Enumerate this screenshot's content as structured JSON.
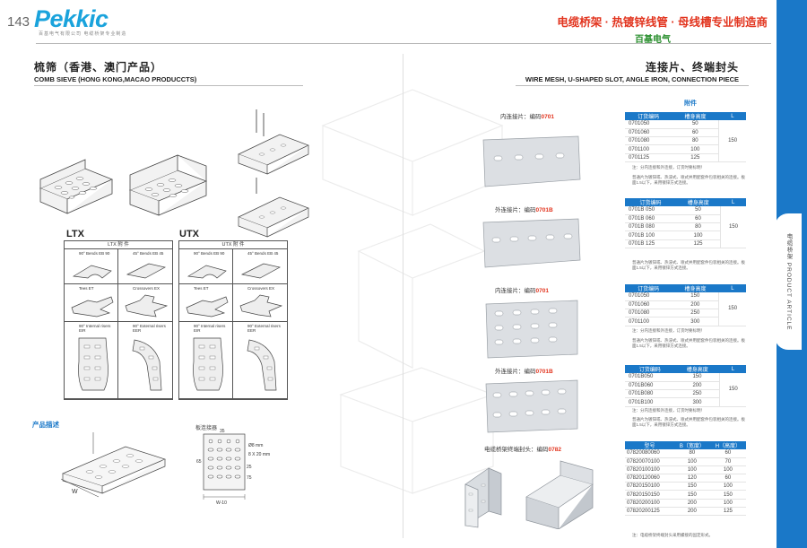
{
  "header": {
    "page_number": "143",
    "logo": "Pekkic",
    "logo_sub": "百基电气有限公司  电缆桥架专业制造",
    "slogan": "电缆桥架 · 热镀锌线管 · 母线槽专业制造商",
    "brand": "百基电气"
  },
  "side_tab": {
    "text": "电缆桥架 PRODUCT ARTICLE"
  },
  "left_section": {
    "title_cn": "梳筛（香港、澳门产品）",
    "title_en": "COMB SIEVE (HONG KONG,MACAO PRODUCCTS)",
    "ltx_label": "LTX",
    "utx_label": "UTX",
    "ltx_table_title": "LTX 附 件",
    "utx_table_title": "UTX 附 件",
    "accessories": [
      "90° Bends EB 90",
      "45° Bends EB 45",
      "Tees ET",
      "Crossovers EX",
      "90° Internal risers EIR",
      "90° External risers EER"
    ],
    "description_label": "产品描述",
    "connector_label": "板连接器",
    "dims": {
      "w": "W",
      "w10": "W-10",
      "hole1": "Ø8 mm",
      "hole2": "8 X 20 mm",
      "d65": "65",
      "d75": "75",
      "d35": "35",
      "d25": "25"
    }
  },
  "right_section": {
    "title_cn": "连接片、终端封头",
    "title_en": "WIRE MESH, U-SHAPED SLOT, ANGLE IRON, CONNECTION PIECE",
    "accessory_label": "附件",
    "blocks": [
      {
        "label_prefix": "内连接片：编码",
        "label_code": "0701",
        "header": [
          "订货编码",
          "槽身高度",
          "L"
        ],
        "rows": [
          {
            "code_prefix": "0701",
            "code_suffix": "050",
            "h": "50"
          },
          {
            "code_prefix": "0701",
            "code_suffix": "060",
            "h": "60"
          },
          {
            "code_prefix": "0701",
            "code_suffix": "080",
            "h": "80"
          },
          {
            "code_prefix": "0701",
            "code_suffix": "100",
            "h": "100"
          },
          {
            "code_prefix": "0701",
            "code_suffix": "125",
            "h": "125"
          }
        ],
        "l_value": "150",
        "note1": "注：分内连接和外连接，订货时要标明！",
        "note2": "普通片为镀锌或、热浸式、喷式并用配套件包装相关的连接。板面1.5以下，采用镀锌方式连接。"
      },
      {
        "label_prefix": "外连接片：编码",
        "label_code": "0701B",
        "header": [
          "订货编码",
          "槽身高度",
          "L"
        ],
        "rows": [
          {
            "code_prefix": "0701B",
            "code_suffix": " 050",
            "h": "50"
          },
          {
            "code_prefix": "0701B",
            "code_suffix": " 060",
            "h": "60"
          },
          {
            "code_prefix": "0701B",
            "code_suffix": " 080",
            "h": "80"
          },
          {
            "code_prefix": "0701B",
            "code_suffix": " 100",
            "h": "100"
          },
          {
            "code_prefix": "0701B",
            "code_suffix": " 125",
            "h": "125"
          }
        ],
        "l_value": "150",
        "note1": "",
        "note2": "普通片为镀锌或、热浸式、喷式并用配套件包装相关的连接。板面1.5以下，采用镀锌方式连接。"
      },
      {
        "label_prefix": "内连接片：编码",
        "label_code": "0701",
        "header": [
          "订货编码",
          "槽身高度",
          "L"
        ],
        "rows": [
          {
            "code_prefix": "0701",
            "code_suffix": "050",
            "h": "150"
          },
          {
            "code_prefix": "0701",
            "code_suffix": "060",
            "h": "200"
          },
          {
            "code_prefix": "0701",
            "code_suffix": "080",
            "h": "250"
          },
          {
            "code_prefix": "0701",
            "code_suffix": "100",
            "h": "300"
          }
        ],
        "l_value": "150",
        "note1": "注：分内连接和外连接，订货时要标明！",
        "note2": "普通片为镀锌或、热浸式、喷式并用配套件包装相关的连接。板面1.5以下，采用镀锌方式连接。"
      },
      {
        "label_prefix": "外连接片：编码",
        "label_code": "0701B",
        "header": [
          "订货编码",
          "槽身高度",
          "L"
        ],
        "rows": [
          {
            "code_prefix": "0701B",
            "code_suffix": "050",
            "h": "150"
          },
          {
            "code_prefix": "0701B",
            "code_suffix": "060",
            "h": "200"
          },
          {
            "code_prefix": "0701B",
            "code_suffix": "080",
            "h": "250"
          },
          {
            "code_prefix": "0701B",
            "code_suffix": "100",
            "h": "300"
          }
        ],
        "l_value": "150",
        "note1": "注：分内连接和外连接，订货时要标明！",
        "note2": "普通片为镀锌或、热浸式、喷式并用配套件包装相关的连接。板面1.5以下，采用镀锌方式连接。"
      }
    ],
    "end_cap": {
      "label_prefix": "电缆桥架终端封头：编码",
      "label_code": "0782",
      "header": [
        "型号",
        "B（宽度）",
        "H（高度）"
      ],
      "rows": [
        {
          "code_prefix": "0782",
          "code_suffix": "0080060",
          "b": "80",
          "h": "60"
        },
        {
          "code_prefix": "0782",
          "code_suffix": "0070100",
          "b": "100",
          "h": "70"
        },
        {
          "code_prefix": "0782",
          "code_suffix": "0100100",
          "b": "100",
          "h": "100"
        },
        {
          "code_prefix": "0782",
          "code_suffix": "0120060",
          "b": "120",
          "h": "60"
        },
        {
          "code_prefix": "0782",
          "code_suffix": "0150100",
          "b": "150",
          "h": "100"
        },
        {
          "code_prefix": "0782",
          "code_suffix": "0150150",
          "b": "150",
          "h": "150"
        },
        {
          "code_prefix": "0782",
          "code_suffix": "0200100",
          "b": "200",
          "h": "100"
        },
        {
          "code_prefix": "0782",
          "code_suffix": "0200125",
          "b": "200",
          "h": "125"
        }
      ],
      "note": "注：电缆桥架终端封头采用螺接的固定形式。"
    }
  },
  "colors": {
    "blue": "#1a78c8",
    "red": "#e2341e",
    "green": "#2a8f2e",
    "logo": "#1aa3dc"
  }
}
